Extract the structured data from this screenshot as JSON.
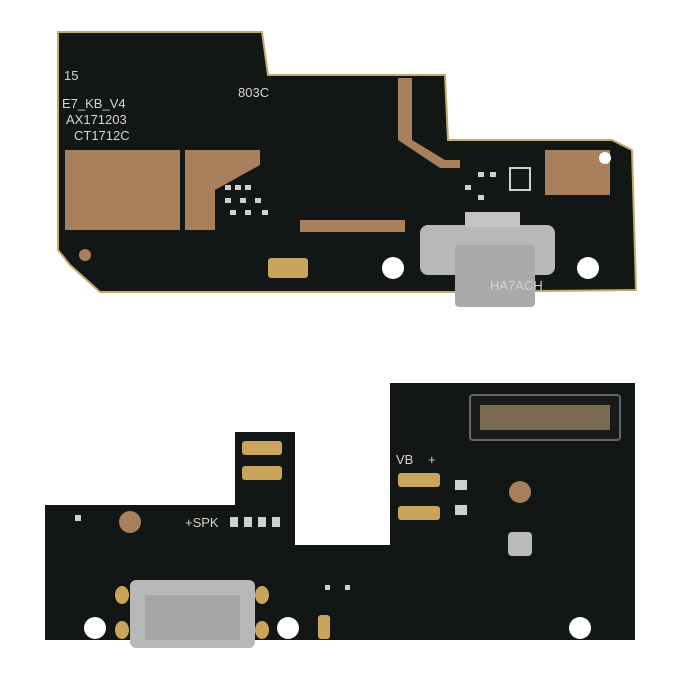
{
  "top_board": {
    "labels": [
      "15",
      "E7_KB_V4",
      "AX171203",
      "CT1712C",
      "803C"
    ],
    "connector_marking": "HA7ACH"
  },
  "bottom_board": {
    "labels": [
      "+SPK",
      "VB",
      "+"
    ]
  },
  "colors": {
    "background": "#ffffff",
    "pcb": "#121614",
    "copper": "#a8805c",
    "gold": "#c9a45a",
    "silver": "#b8b8b8"
  }
}
